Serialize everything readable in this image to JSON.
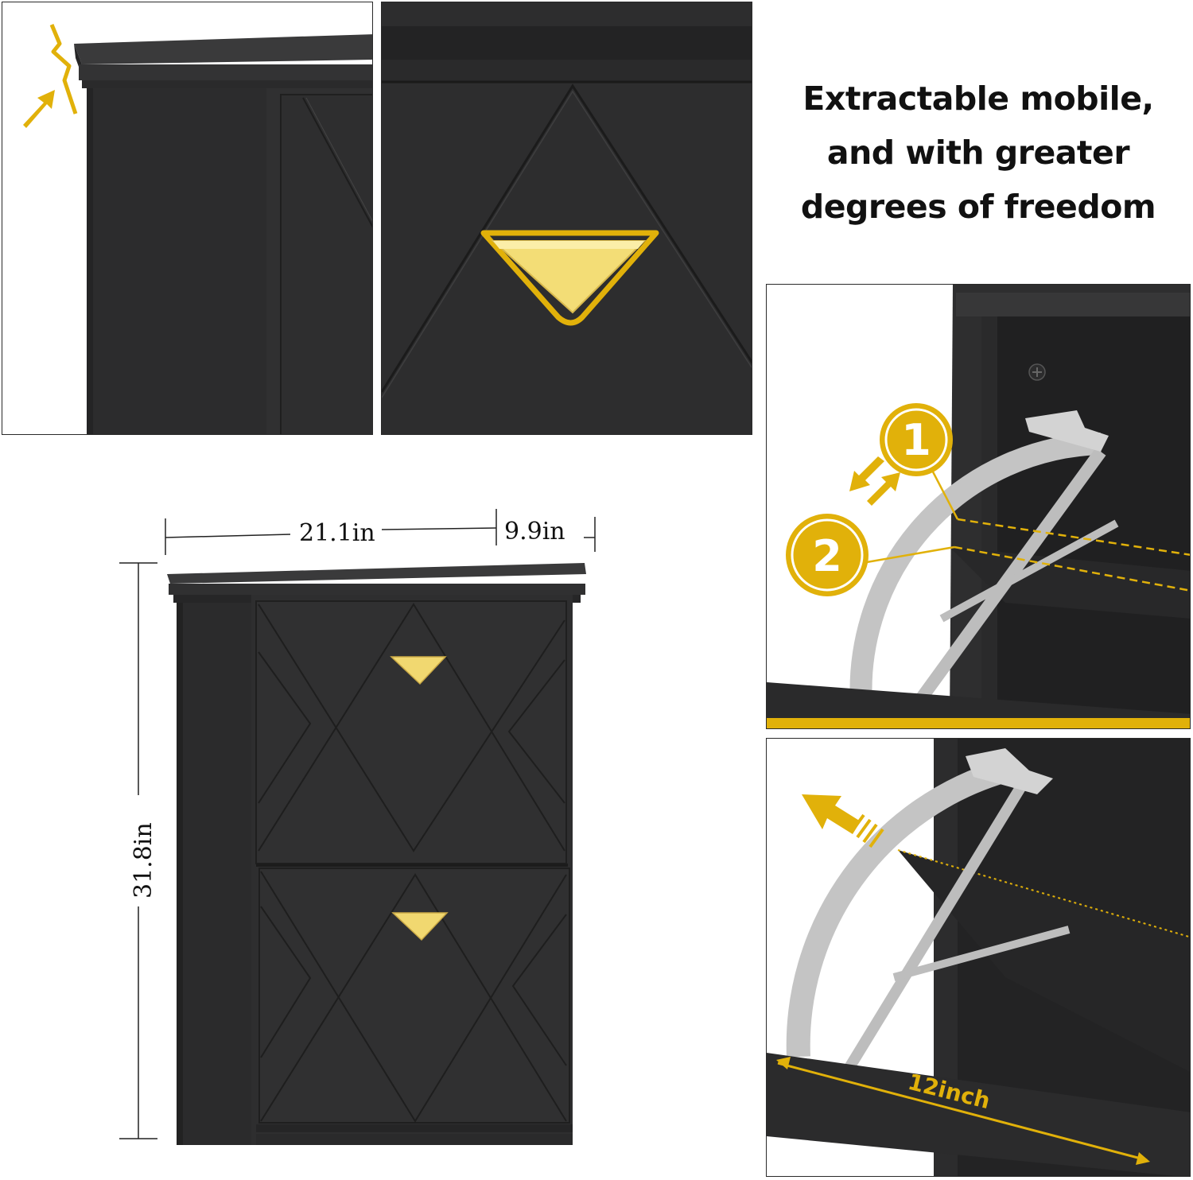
{
  "headline": {
    "line1": "Extractable mobile,",
    "line2": "and with greater",
    "line3": "degrees of freedom"
  },
  "dimensions": {
    "width": "21.1in",
    "depth": "9.9in",
    "height": "31.8in"
  },
  "mechanism": {
    "step1": "1",
    "step2": "2",
    "drawer_depth": "12inch"
  },
  "colors": {
    "cabinet": "#2b2b2c",
    "accent_gold": "#e1b10a",
    "handle_gold": "#f0d66a",
    "hinge_gray": "#bdbdbd"
  },
  "icons": [
    "lift-arrow-icon",
    "press-arrow-icon",
    "swap-arrows-icon",
    "pull-arrow-icon",
    "screw-icon"
  ]
}
